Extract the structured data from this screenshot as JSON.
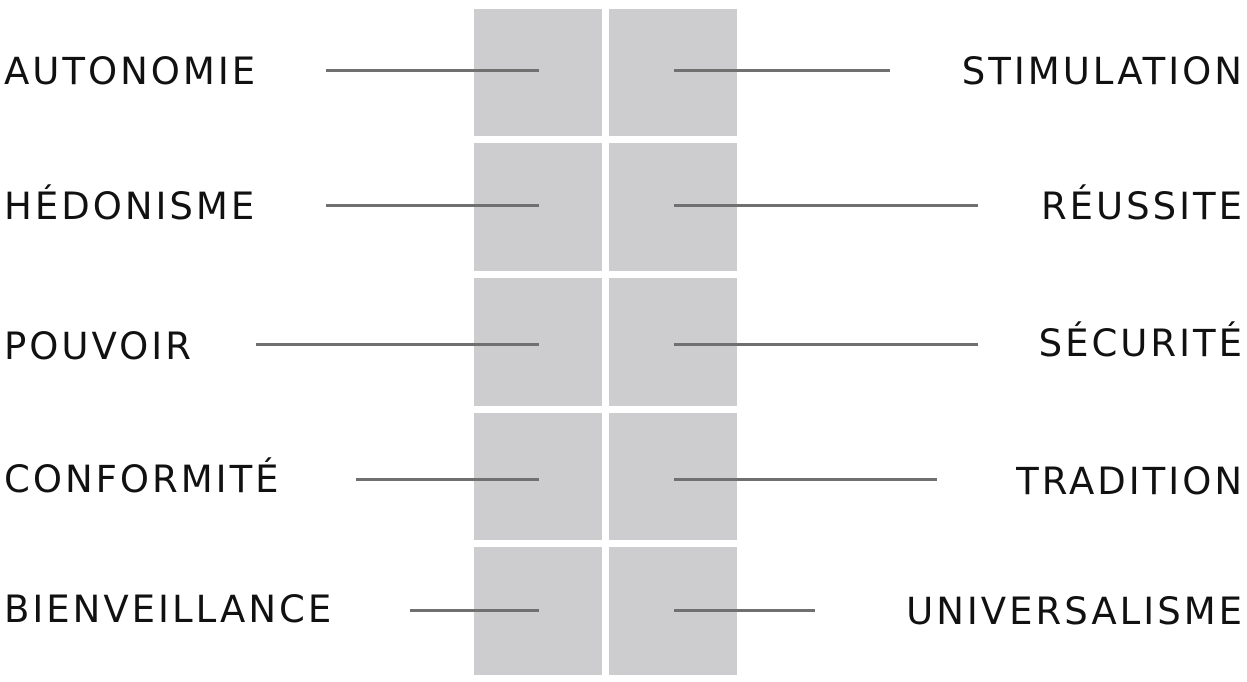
{
  "colors": {
    "cell_fill": "#cdcdcf",
    "connector": "#707070",
    "text": "#111111",
    "background": "#ffffff"
  },
  "left_labels": [
    "AUTONOMIE",
    "HÉDONISME",
    "POUVOIR",
    "CONFORMITÉ",
    "BIENVEILLANCE"
  ],
  "right_labels": [
    "STIMULATION",
    "RÉUSSITE",
    "SÉCURITÉ",
    "TRADITION",
    "UNIVERSALISME"
  ]
}
